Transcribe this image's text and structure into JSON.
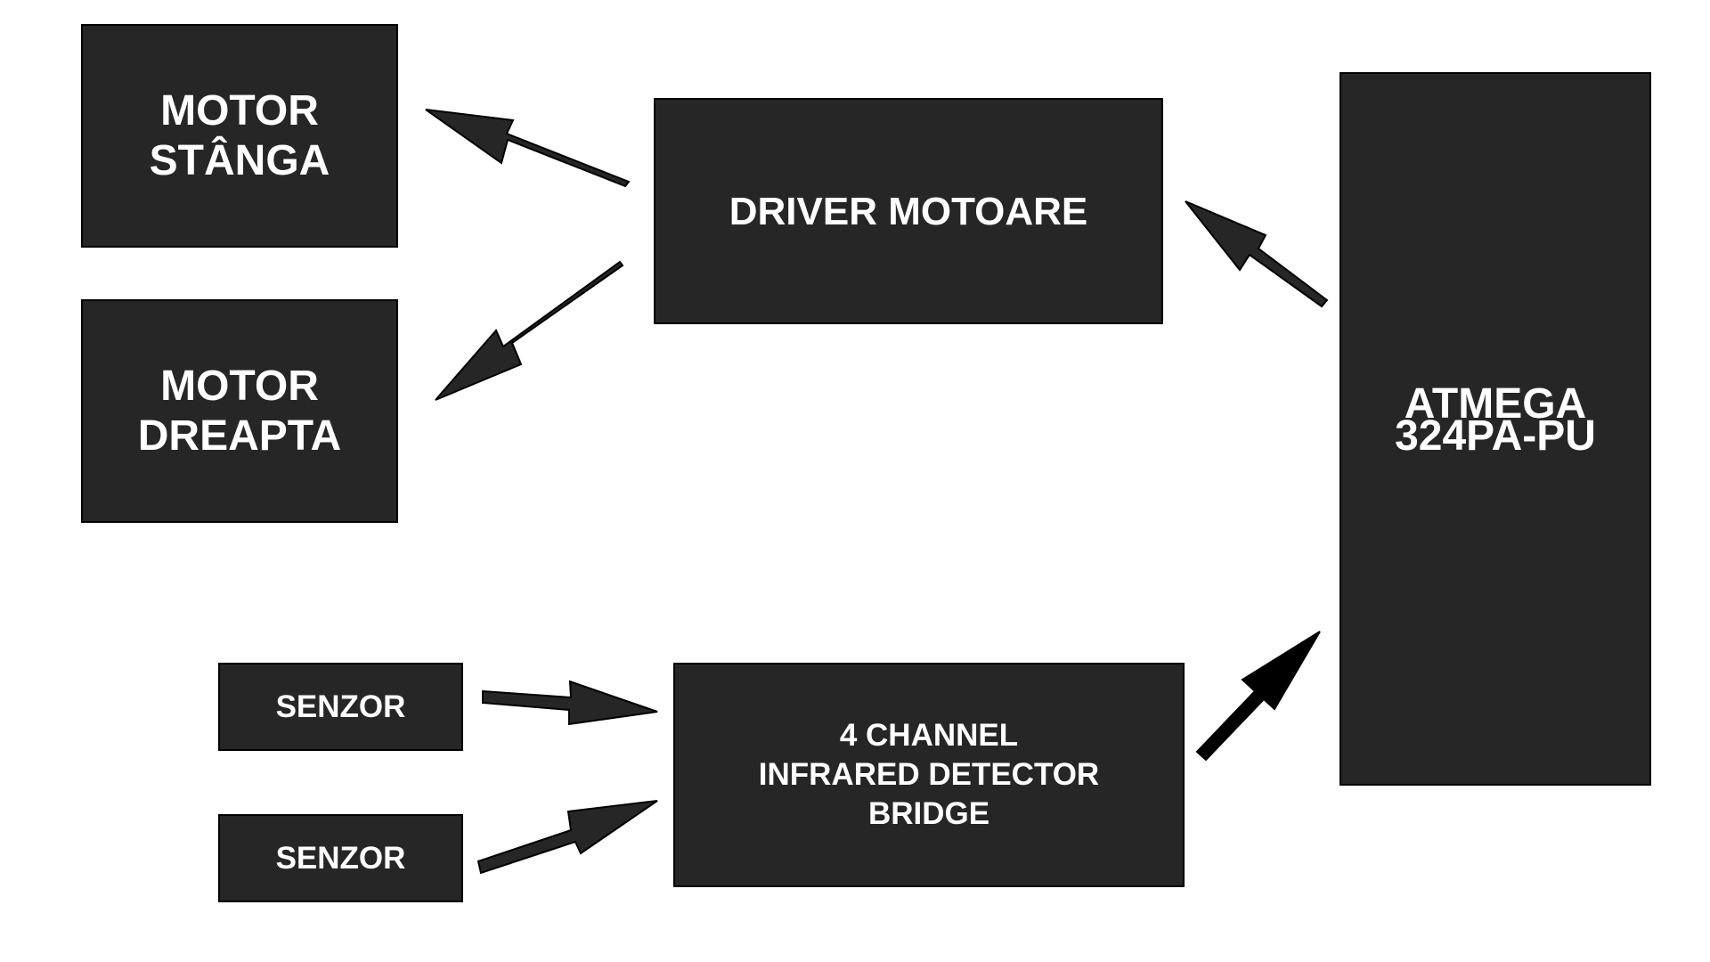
{
  "blocks": {
    "motor_left": {
      "line1": "MOTOR",
      "line2": "STÂNGA"
    },
    "motor_right": {
      "line1": "MOTOR",
      "line2": "DREAPTA"
    },
    "driver": {
      "line1": "DRIVER MOTOARE"
    },
    "atmega": {
      "line1": "ATMEGA",
      "line2": "324PA-PU"
    },
    "sensor_1": {
      "line1": "SENZOR"
    },
    "sensor_2": {
      "line1": "SENZOR"
    },
    "ir_bridge": {
      "line1": "4 CHANNEL",
      "line2": "INFRARED DETECTOR",
      "line3": "BRIDGE"
    }
  },
  "colors": {
    "block_fill": "#262626",
    "block_border": "#000000",
    "block_text": "#ffffff",
    "arrow_fill": "#262626",
    "arrow_fill_bold": "#000000"
  }
}
